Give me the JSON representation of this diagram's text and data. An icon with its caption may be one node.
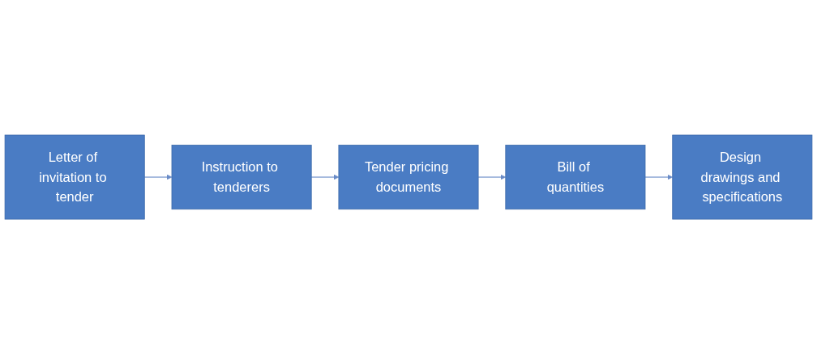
{
  "diagram": {
    "nodes": [
      {
        "text": [
          "Letter of invitation to tender"
        ]
      },
      {
        "text": [
          "Instruction to tenderers"
        ]
      },
      {
        "text": [
          "Tender pricing documents"
        ]
      },
      {
        "text": [
          "Bill of quantities"
        ]
      },
      {
        "text": [
          "Design drawings and specifications"
        ]
      }
    ],
    "edges": [
      {
        "from": 0,
        "to": 1,
        "arrow": "to"
      },
      {
        "from": 1,
        "to": 2,
        "arrow": "to"
      },
      {
        "from": 2,
        "to": 3,
        "arrow": "to"
      },
      {
        "from": 3,
        "to": 4,
        "arrow": "to"
      }
    ]
  }
}
